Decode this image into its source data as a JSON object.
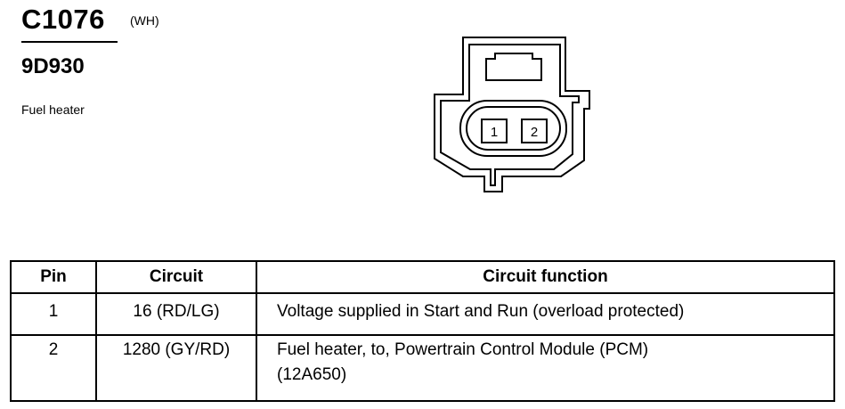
{
  "header": {
    "connector_id": "C1076",
    "connector_color": "(WH)",
    "part_number": "9D930",
    "component_name": "Fuel heater"
  },
  "connector": {
    "pins": [
      "1",
      "2"
    ]
  },
  "table": {
    "columns": [
      "Pin",
      "Circuit",
      "Circuit function"
    ],
    "rows": [
      {
        "pin": "1",
        "circuit": "16 (RD/LG)",
        "function_lines": [
          "Voltage supplied in Start and Run (overload protected)"
        ]
      },
      {
        "pin": "2",
        "circuit": "1280 (GY/RD)",
        "function_lines": [
          "Fuel heater, to, Powertrain Control Module (PCM)",
          "(12A650)"
        ]
      }
    ]
  }
}
